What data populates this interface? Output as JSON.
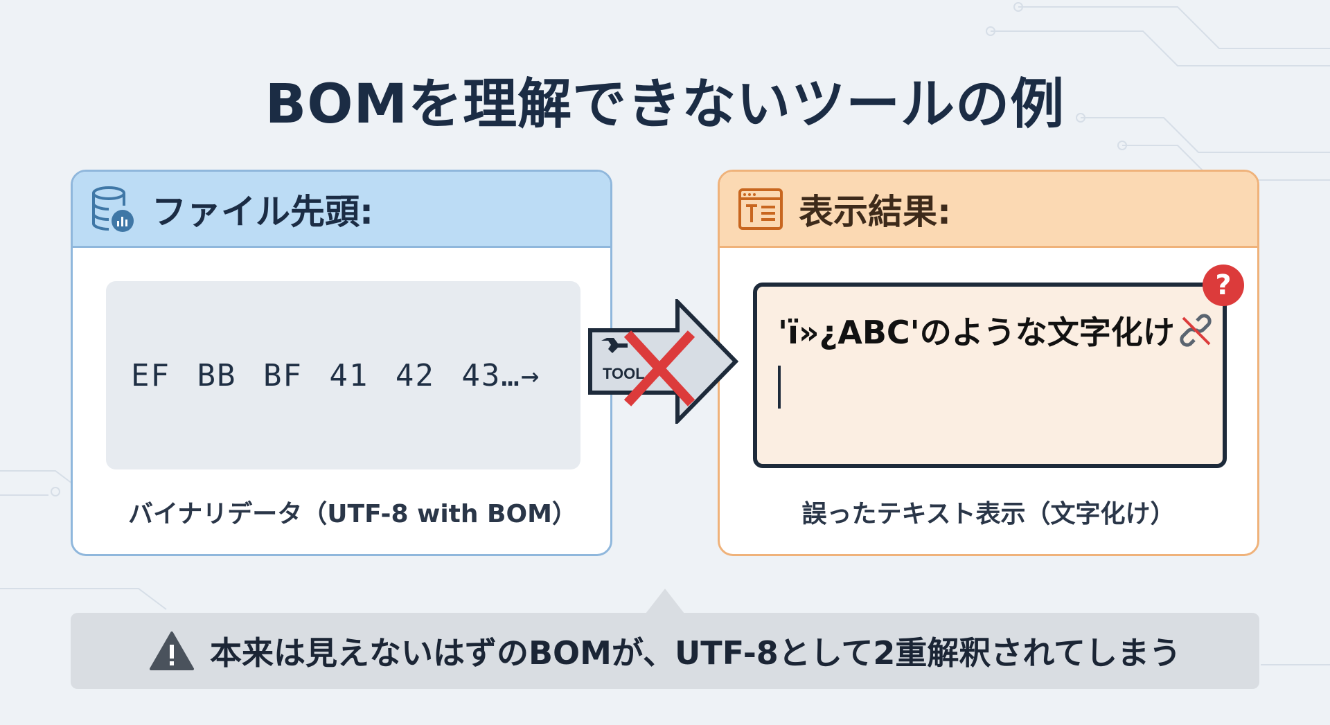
{
  "title": "BOMを理解できないツールの例",
  "left_card": {
    "header": "ファイル先頭:",
    "icon": "database-chart-icon",
    "hex": "EF BB BF 41 42 43…→",
    "caption": "バイナリデータ（UTF-8 with BOM）"
  },
  "tool": {
    "label": "TOOL",
    "icon": "wrench-icon",
    "status": "blocked"
  },
  "right_card": {
    "header": "表示結果:",
    "icon": "text-window-icon",
    "output": "'ï»¿ABC'のような文字化け",
    "badge": "?",
    "caption": "誤ったテキスト表示（文字化け）"
  },
  "warning": {
    "icon": "warning-icon",
    "text": "本来は見えないはずのBOMが、UTF-8として2重解釈されてしまう"
  },
  "colors": {
    "blue_header": "#bcdcf5",
    "orange_header": "#fbd9b3",
    "error_red": "#dc3b3b",
    "dark": "#1b2c44"
  }
}
